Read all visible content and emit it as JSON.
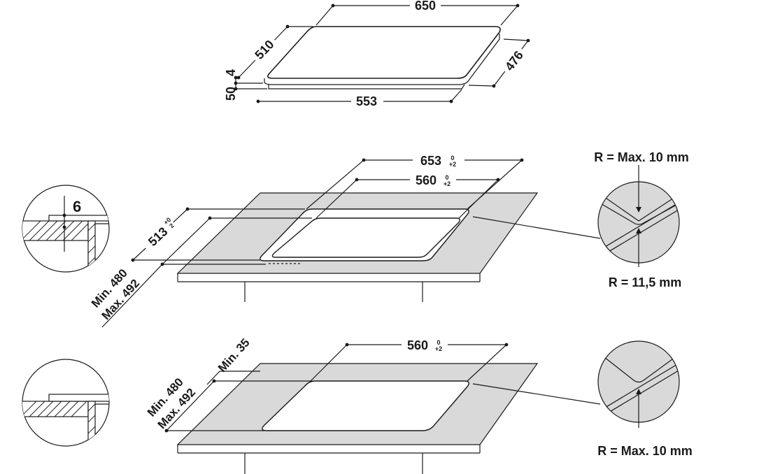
{
  "hob": {
    "width": "650",
    "depth": "510",
    "thickness_top": "4",
    "height": "50",
    "inner_width": "553",
    "inner_depth": "476"
  },
  "cutout_a": {
    "width": "653",
    "width_tol_top": "0",
    "width_tol_bottom": "+2",
    "inner_width": "560",
    "inner_tol_top": "0",
    "inner_tol_bottom": "+2",
    "depth": "513",
    "depth_tol_top": "+0",
    "depth_tol_bottom": "2",
    "min_depth": "Min. 480",
    "max_depth": "Max. 492",
    "edge_depth": "6",
    "radius_outer": "R = Max. 10 mm",
    "radius_inner": "R = 11,5 mm"
  },
  "cutout_b": {
    "width": "560",
    "tol_top": "0",
    "tol_bottom": "+2",
    "min_depth": "Min. 480",
    "max_depth": "Max. 492",
    "min_edge": "Min. 35",
    "radius": "R = Max. 10 mm"
  }
}
